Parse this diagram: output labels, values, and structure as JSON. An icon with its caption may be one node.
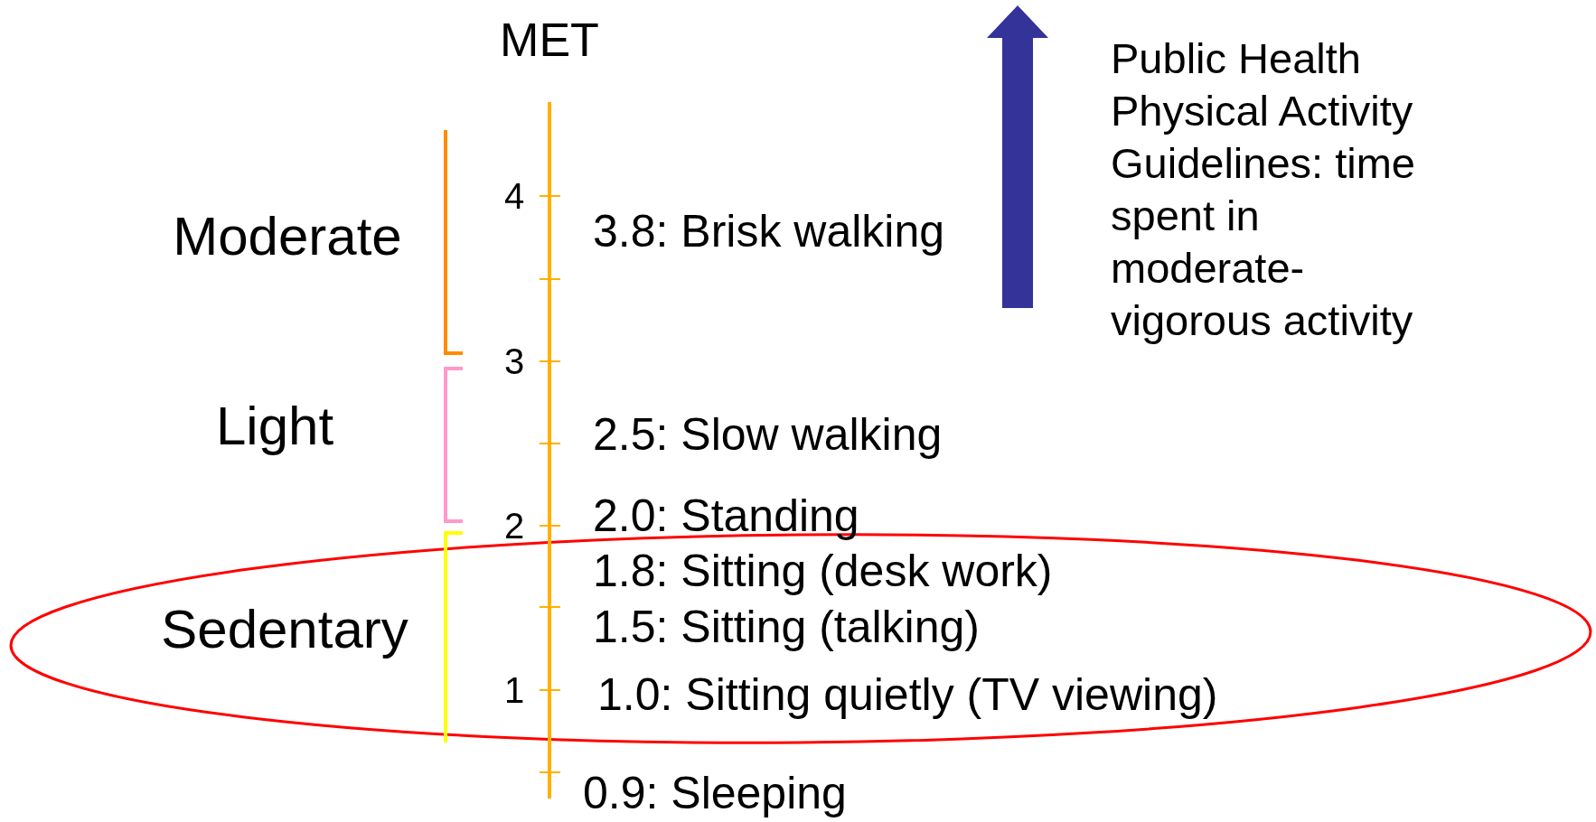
{
  "diagram": {
    "labels": [
      "MET",
      "Public Health Physical Activity Guidelines: time spent in moderate-vigorous activity",
      "4",
      "Moderate",
      "3.8: Brisk walking",
      "3",
      "Light",
      "2.5: Slow walking",
      "2",
      "2.0: Standing",
      "1.8: Sitting (desk work)",
      "Sedentary",
      "1.5: Sitting (talking)",
      "1",
      "1.0: Sitting quietly (TV viewing)",
      "0.9: Sleeping"
    ]
  }
}
